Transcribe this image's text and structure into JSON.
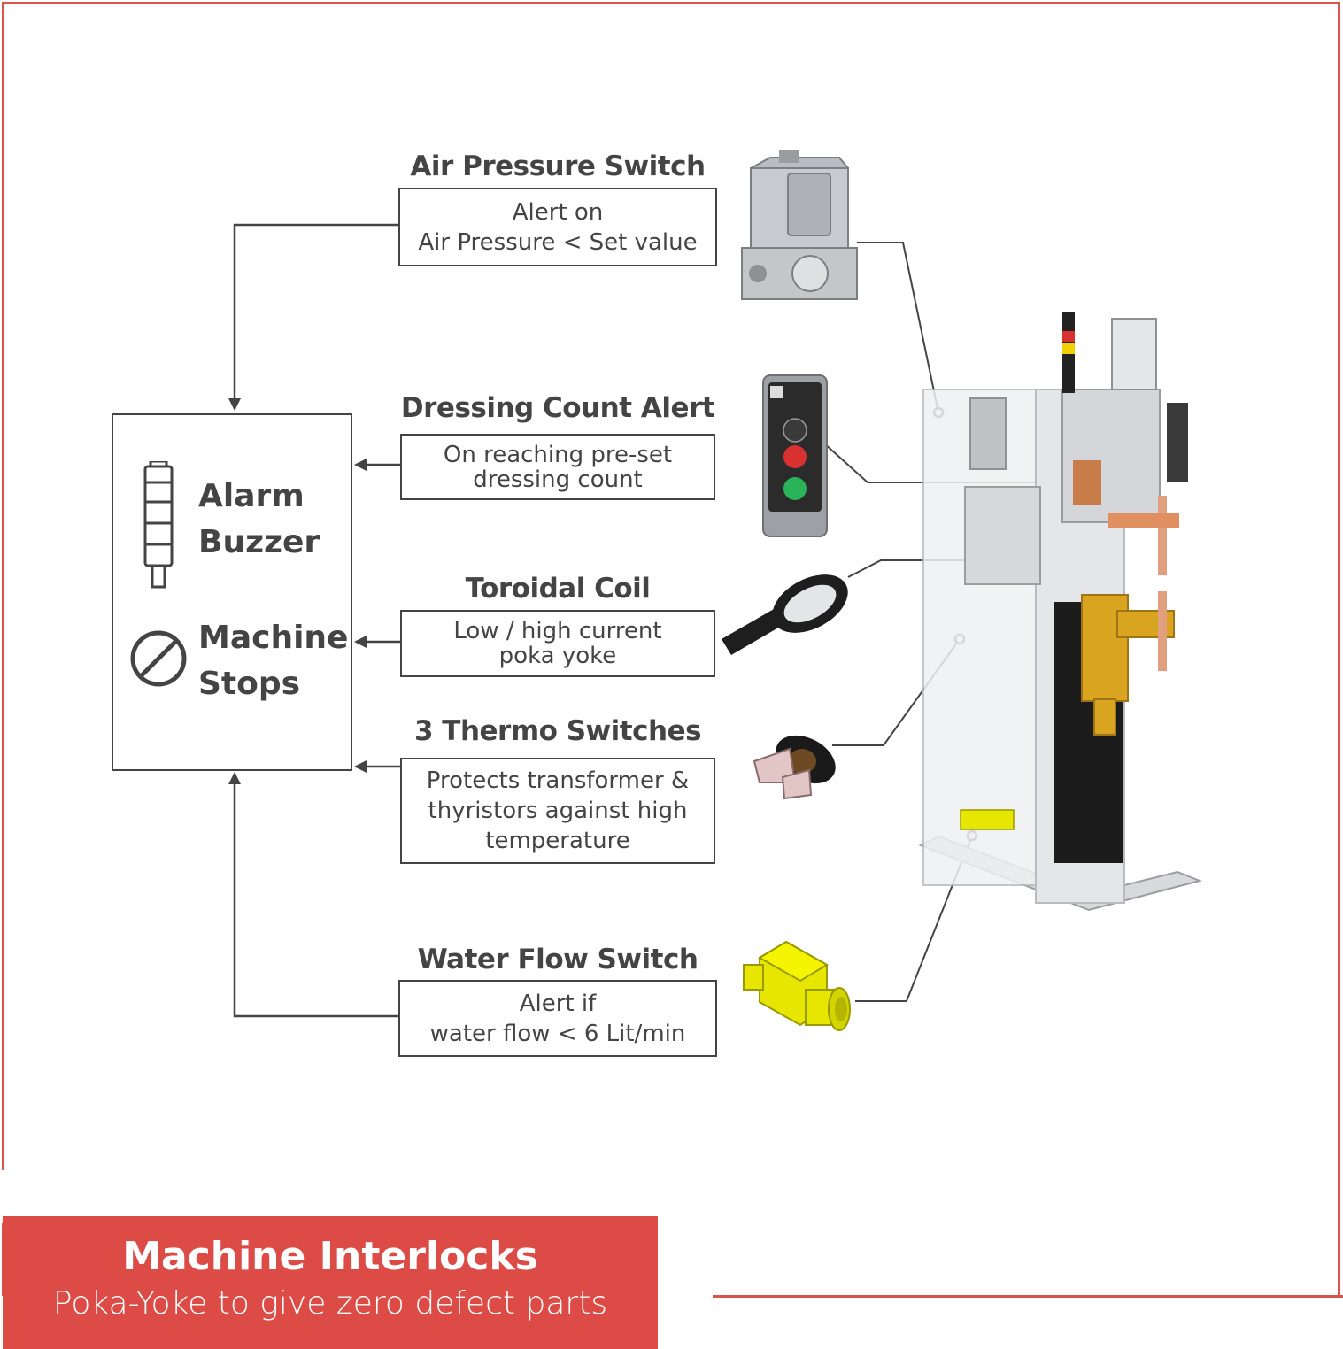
{
  "components": [
    {
      "title": "Air Pressure Switch",
      "lines": [
        "Alert on",
        "Air Pressure < Set value"
      ]
    },
    {
      "title": "Dressing Count Alert",
      "lines": [
        "On reaching pre-set",
        "dressing count"
      ]
    },
    {
      "title": "Toroidal Coil",
      "lines": [
        "Low / high current",
        "poka yoke"
      ]
    },
    {
      "title": "3 Thermo Switches",
      "lines": [
        "Protects transformer &",
        "thyristors against high",
        "temperature"
      ]
    },
    {
      "title": "Water Flow Switch",
      "lines": [
        "Alert if",
        "water flow < 6 Lit/min"
      ]
    }
  ],
  "actions": {
    "alarm_line1": "Alarm",
    "alarm_line2": "Buzzer",
    "stop_line1": "Machine",
    "stop_line2": "Stops"
  },
  "icons": [
    "buzzer-icon",
    "prohibited-icon",
    "air-pressure-switch-icon",
    "control-pendant-icon",
    "toroidal-coil-icon",
    "thermo-switch-icon",
    "water-flow-switch-icon",
    "welding-machine-illustration"
  ],
  "banner": {
    "title": "Machine Interlocks",
    "subtitle": "Poka-Yoke to give zero defect parts"
  },
  "colors": {
    "accent": "#dc4b46",
    "line": "#444444",
    "yellow": "#f2e600",
    "brass": "#d9a520"
  }
}
